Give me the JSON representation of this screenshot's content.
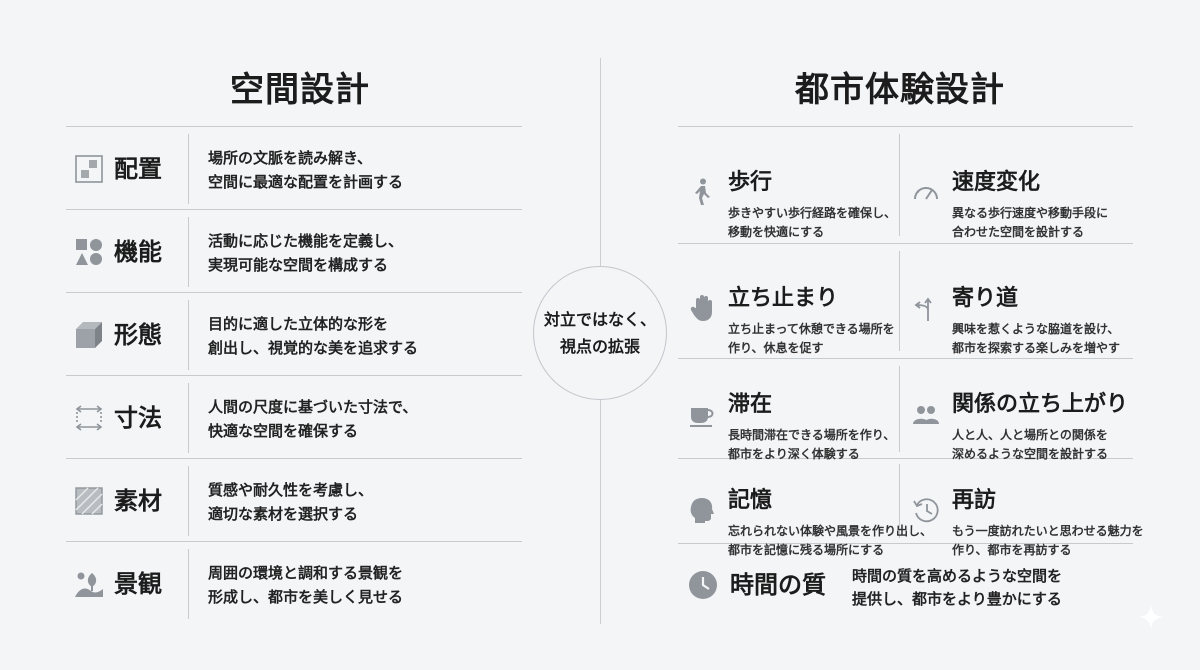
{
  "left_title": "空間設計",
  "right_title": "都市体験設計",
  "center_text": [
    "対立ではなく、",
    "視点の拡張"
  ],
  "left_items": [
    {
      "icon": "layout-icon",
      "name": "配置",
      "desc": [
        "場所の文脈を読み解き、",
        "空間に最適な配置を計画する"
      ]
    },
    {
      "icon": "shapes-icon",
      "name": "機能",
      "desc": [
        "活動に応じた機能を定義し、",
        "実現可能な空間を構成する"
      ]
    },
    {
      "icon": "cube-icon",
      "name": "形態",
      "desc": [
        "目的に適した立体的な形を",
        "創出し、視覚的な美を追求する"
      ]
    },
    {
      "icon": "dimension-icon",
      "name": "寸法",
      "desc": [
        "人間の尺度に基づいた寸法で、",
        "快適な空間を確保する"
      ]
    },
    {
      "icon": "material-icon",
      "name": "素材",
      "desc": [
        "質感や耐久性を考慮し、",
        "適切な素材を選択する"
      ]
    },
    {
      "icon": "landscape-icon",
      "name": "景観",
      "desc": [
        "周囲の環境と調和する景観を",
        "形成し、都市を美しく見せる"
      ]
    }
  ],
  "right_items": [
    {
      "icon": "walking-icon",
      "name": "歩行",
      "desc": [
        "歩きやすい歩行経路を確保し、",
        "移動を快適にする"
      ]
    },
    {
      "icon": "speedometer-icon",
      "name": "速度変化",
      "desc": [
        "異なる歩行速度や移動手段に",
        "合わせた空間を設計する"
      ]
    },
    {
      "icon": "hand-icon",
      "name": "立ち止まり",
      "desc": [
        "立ち止まって休憩できる場所を",
        "作り、休息を促す"
      ]
    },
    {
      "icon": "detour-icon",
      "name": "寄り道",
      "desc": [
        "興味を惹くような脇道を設け、",
        "都市を探索する楽しみを増やす"
      ]
    },
    {
      "icon": "cup-icon",
      "name": "滞在",
      "desc": [
        "長時間滞在できる場所を作り、",
        "都市をより深く体験する"
      ]
    },
    {
      "icon": "people-icon",
      "name": "関係の立ち上がり",
      "desc": [
        "人と人、人と場所との関係を",
        "深めるような空間を設計する"
      ]
    },
    {
      "icon": "head-icon",
      "name": "記憶",
      "desc": [
        "忘れられない体験や風景を作り出し、",
        "都市を記憶に残る場所にする"
      ]
    },
    {
      "icon": "revisit-icon",
      "name": "再訪",
      "desc": [
        "もう一度訪れたいと思わせる魅力を",
        "作り、都市を再訪する"
      ]
    }
  ],
  "bottom_item": {
    "icon": "clock-icon",
    "name": "時間の質",
    "desc": [
      "時間の質を高めるような空間を",
      "提供し、都市をより豊かにする"
    ]
  },
  "colors": {
    "background": "#f3f5f7",
    "line": "#c6cbd0",
    "icon": "#8f959b",
    "text": "#1c1c1c"
  }
}
